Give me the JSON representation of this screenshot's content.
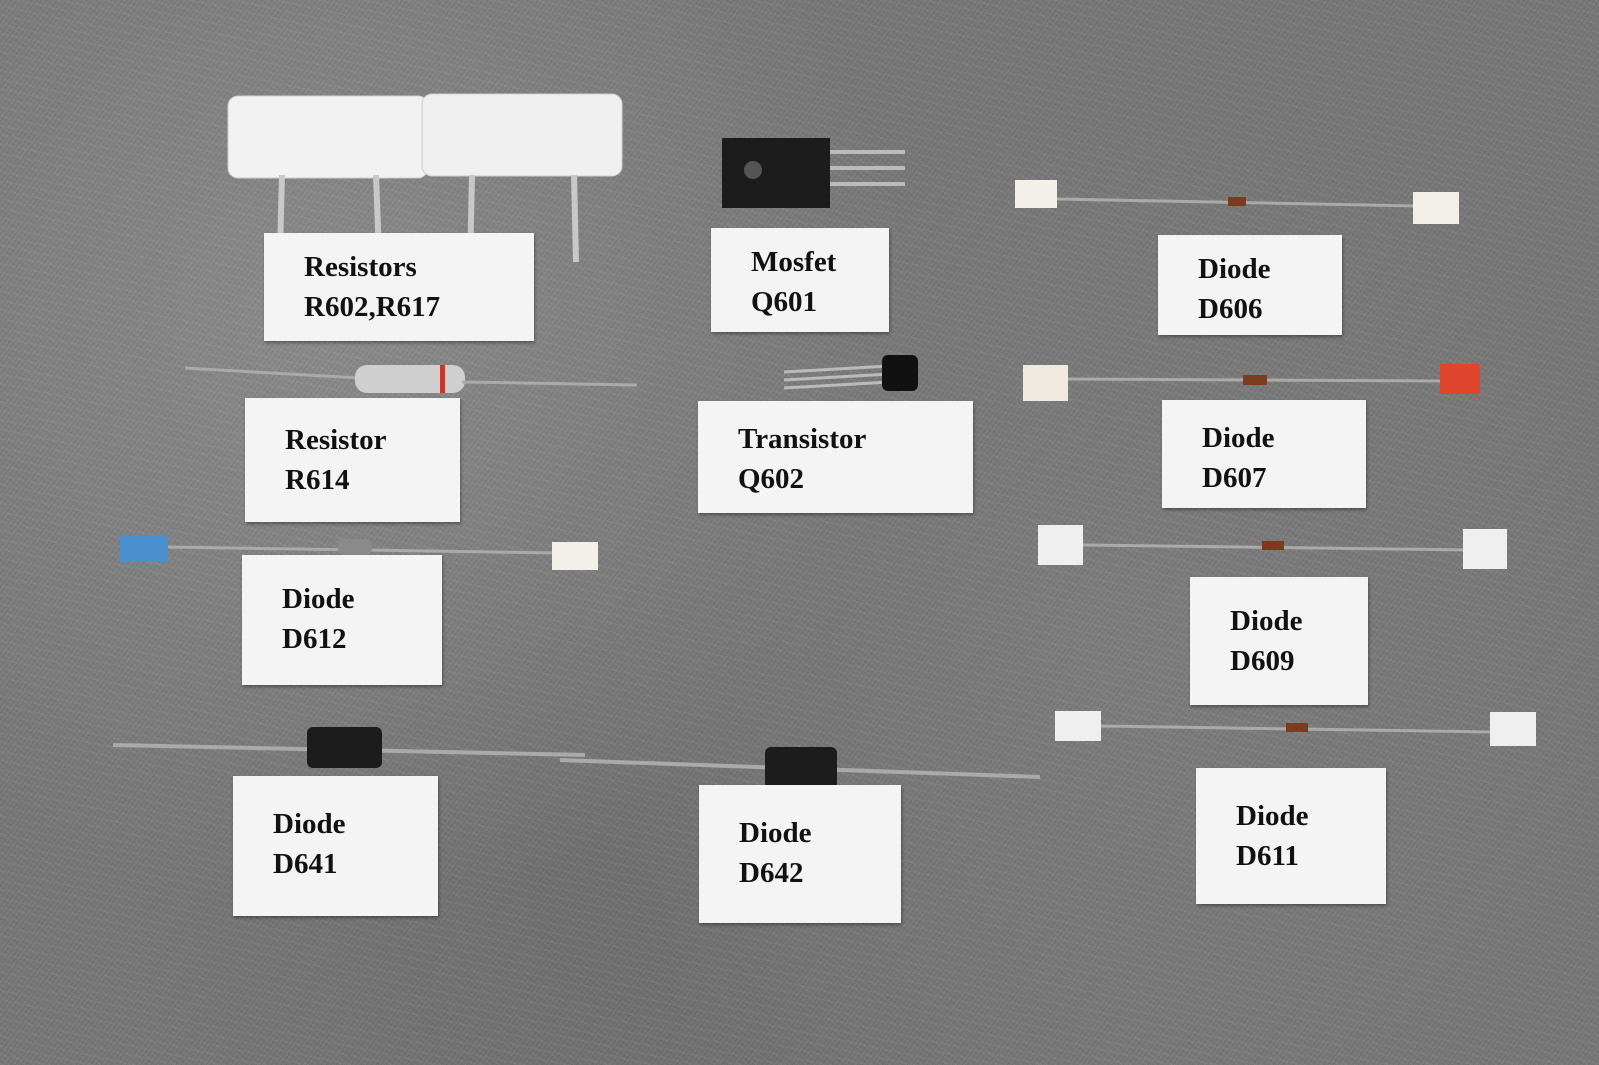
{
  "labels": [
    {
      "title": "Resistors",
      "code": "R602,R617"
    },
    {
      "title": "Mosfet",
      "code": "Q601"
    },
    {
      "title": "Diode",
      "code": "D606"
    },
    {
      "title": "Resistor",
      "code": "R614"
    },
    {
      "title": "Transistor",
      "code": "Q602"
    },
    {
      "title": "Diode",
      "code": "D607"
    },
    {
      "title": "Diode",
      "code": "D612"
    },
    {
      "title": "Diode",
      "code": "D609"
    },
    {
      "title": "Diode",
      "code": "D641"
    },
    {
      "title": "Diode",
      "code": "D642"
    },
    {
      "title": "Diode",
      "code": "D611"
    }
  ],
  "colors": {
    "background": "#777777",
    "label_paper": "#f4f4f4",
    "tape_blue": "#4a8fd0",
    "tape_red": "#e0452e",
    "component_black": "#1c1c1c",
    "ceramic_white": "#f2f2f2"
  }
}
